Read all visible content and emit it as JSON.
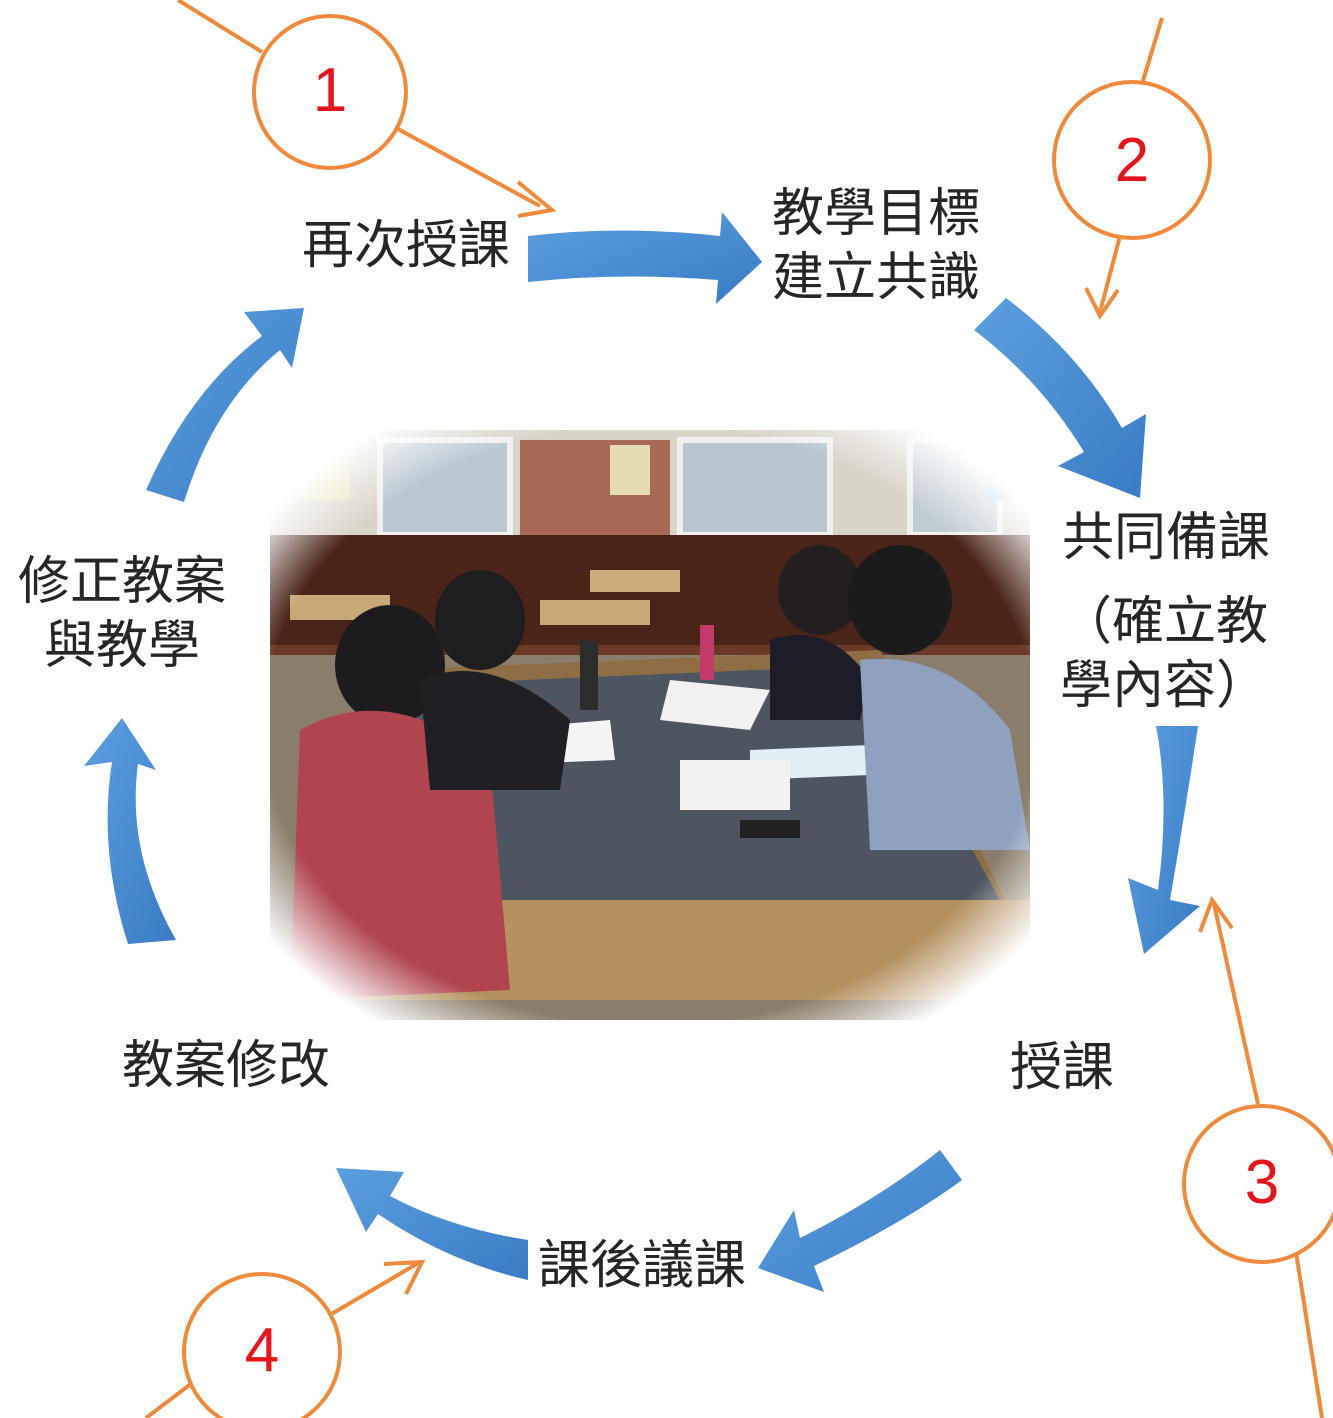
{
  "colors": {
    "arrow_blue": "#4a8fd6",
    "arrow_blue_dark": "#3a7cc4",
    "pointer_orange": "#ef8a3c",
    "number_red": "#e8141c",
    "text": "#262626"
  },
  "cycle": {
    "teach_again": "再次授課",
    "goal_line1": "教學目標",
    "goal_line2": "建立共識",
    "co_plan": "共同備課",
    "co_plan_note_line1": "（確立教",
    "co_plan_note_line2": "學內容）",
    "teach": "授課",
    "debrief": "課後議課",
    "revise_plan": "教案修改",
    "refine_line1": "修正教案",
    "refine_line2": "與教學"
  },
  "markers": [
    "1",
    "2",
    "3",
    "4"
  ],
  "photo": {
    "description_icon": "teachers-meeting-photo"
  }
}
